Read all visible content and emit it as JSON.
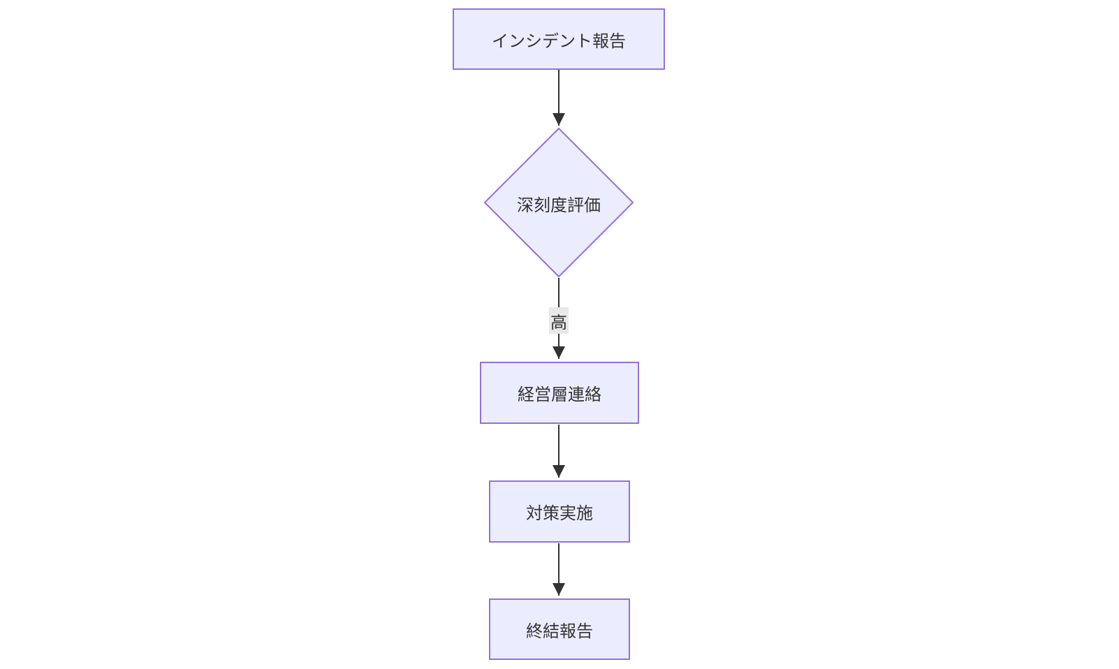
{
  "diagram": {
    "type": "flowchart",
    "direction": "top-down",
    "nodes": [
      {
        "id": "A",
        "label": "インシデント報告",
        "shape": "rect"
      },
      {
        "id": "B",
        "label": "深刻度評価",
        "shape": "diamond"
      },
      {
        "id": "C",
        "label": "経営層連絡",
        "shape": "rect"
      },
      {
        "id": "D",
        "label": "対策実施",
        "shape": "rect"
      },
      {
        "id": "E",
        "label": "終結報告",
        "shape": "rect"
      }
    ],
    "edges": [
      {
        "from": "A",
        "to": "B",
        "label": ""
      },
      {
        "from": "B",
        "to": "C",
        "label": "高"
      },
      {
        "from": "C",
        "to": "D",
        "label": ""
      },
      {
        "from": "D",
        "to": "E",
        "label": ""
      }
    ],
    "colors": {
      "background": "#ffffff",
      "node_fill": "#ECECFF",
      "node_border": "#9370DB",
      "text": "#333333",
      "edge": "#333333",
      "edge_label_bg": "#e8e8e8"
    }
  }
}
